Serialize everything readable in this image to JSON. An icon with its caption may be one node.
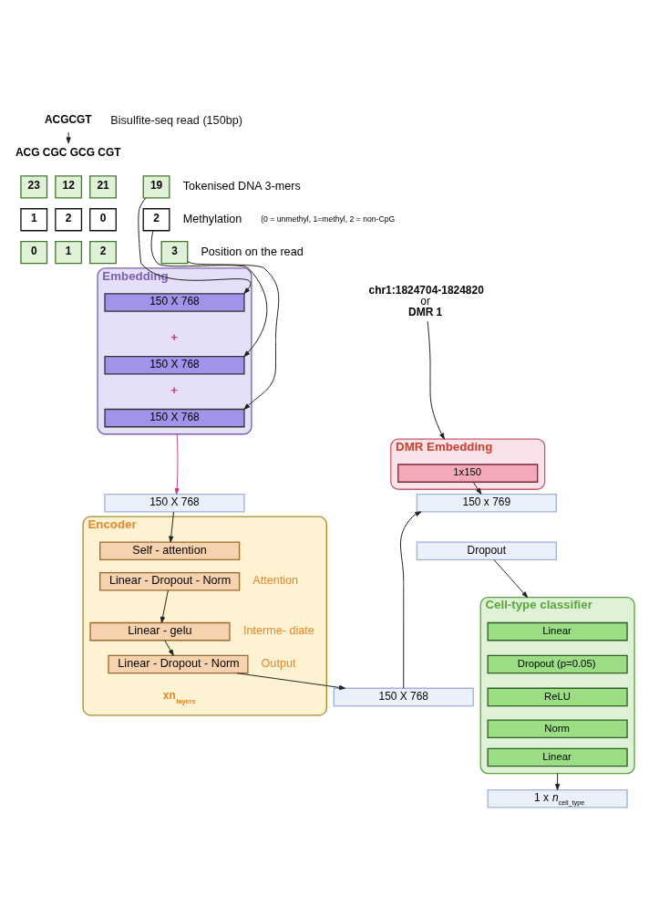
{
  "diagram": {
    "nodes": [
      {
        "text": [
          "ACGCGT"
        ],
        "beside": [
          "Bisulfite-seq read (150bp)"
        ]
      },
      {
        "text": [
          "ACG CGC GCG CGT"
        ]
      },
      {
        "text": [
          "23"
        ]
      },
      {
        "text": [
          "12"
        ]
      },
      {
        "text": [
          "21"
        ]
      },
      {
        "text": [
          "19"
        ]
      },
      {
        "text": [
          "1"
        ]
      },
      {
        "text": [
          "2"
        ]
      },
      {
        "text": [
          "0"
        ]
      },
      {
        "text": [
          "2"
        ]
      },
      {
        "text": [
          "0"
        ]
      },
      {
        "text": [
          "1"
        ]
      },
      {
        "text": [
          "2"
        ]
      },
      {
        "text": [
          "3"
        ]
      },
      {
        "text": [
          "Embedding"
        ]
      },
      {
        "text": [
          "150 X 768"
        ],
        "in": 14
      },
      {
        "text": [
          "150 X 768"
        ],
        "in": 14
      },
      {
        "text": [
          "150 X 768"
        ],
        "in": 14
      },
      {
        "text": [
          "150 X 768"
        ]
      },
      {
        "text": [
          "Encoder",
          "xn$_{layers}$"
        ]
      },
      {
        "text": [
          "Self - attention"
        ],
        "in": 19
      },
      {
        "text": [
          "Linear - Dropout - Norm"
        ],
        "in": 19,
        "beside": [
          "Attention"
        ]
      },
      {
        "text": [
          "Linear - gelu"
        ],
        "in": 19,
        "beside": [
          "Interme- diate"
        ]
      },
      {
        "text": [
          "Linear - Dropout - Norm"
        ],
        "in": 19,
        "beside": [
          "Output"
        ]
      },
      {
        "text": [
          "150 X 768"
        ]
      },
      {
        "text": [
          "chr1:1824704-1824820",
          "or",
          "DMR 1"
        ]
      },
      {
        "text": [
          "DMR Embedding"
        ]
      },
      {
        "text": [
          "1x150"
        ],
        "in": 26
      },
      {
        "text": [
          "150 x 769"
        ]
      },
      {
        "text": [
          "Dropout"
        ]
      },
      {
        "text": [
          "Cell-type classifier"
        ]
      },
      {
        "text": [
          "Linear"
        ],
        "in": 30
      },
      {
        "text": [
          "Dropout (p=0.05)"
        ],
        "in": 30
      },
      {
        "text": [
          "ReLU"
        ],
        "in": 30
      },
      {
        "text": [
          "Norm"
        ],
        "in": 30
      },
      {
        "text": [
          "Linear"
        ],
        "in": 30
      },
      {
        "text": [
          "1 x *n*$_{cell_type}$"
        ]
      }
    ],
    "edges": [
      {
        "from": 0,
        "to": 1,
        "arrow": "to"
      },
      {
        "from": 5,
        "to": 15,
        "arrow": "to"
      },
      {
        "from": 9,
        "to": 16,
        "arrow": "to"
      },
      {
        "from": 13,
        "to": 17,
        "arrow": "to"
      },
      {
        "from": 14,
        "to": 18,
        "arrow": "to",
        "color": "#c2408f"
      },
      {
        "from": 18,
        "to": 20,
        "arrow": "to"
      },
      {
        "from": 21,
        "to": 22,
        "arrow": "to"
      },
      {
        "from": 22,
        "to": 23,
        "arrow": "to"
      },
      {
        "from": 23,
        "to": 24,
        "arrow": "to"
      },
      {
        "from": 25,
        "to": 26,
        "arrow": "to"
      },
      {
        "from": 24,
        "to": 28,
        "arrow": "to"
      },
      {
        "from": 27,
        "to": 28,
        "arrow": "to"
      },
      {
        "from": 29,
        "to": 30,
        "arrow": "to"
      },
      {
        "from": 30,
        "to": 36,
        "arrow": "to"
      }
    ],
    "labels": [
      "Tokenised DNA 3-mers",
      "Methylation",
      "(0 = unmethyl, 1=methyl, 2 = non-CpG",
      "Position on the read",
      "+",
      "+"
    ]
  }
}
